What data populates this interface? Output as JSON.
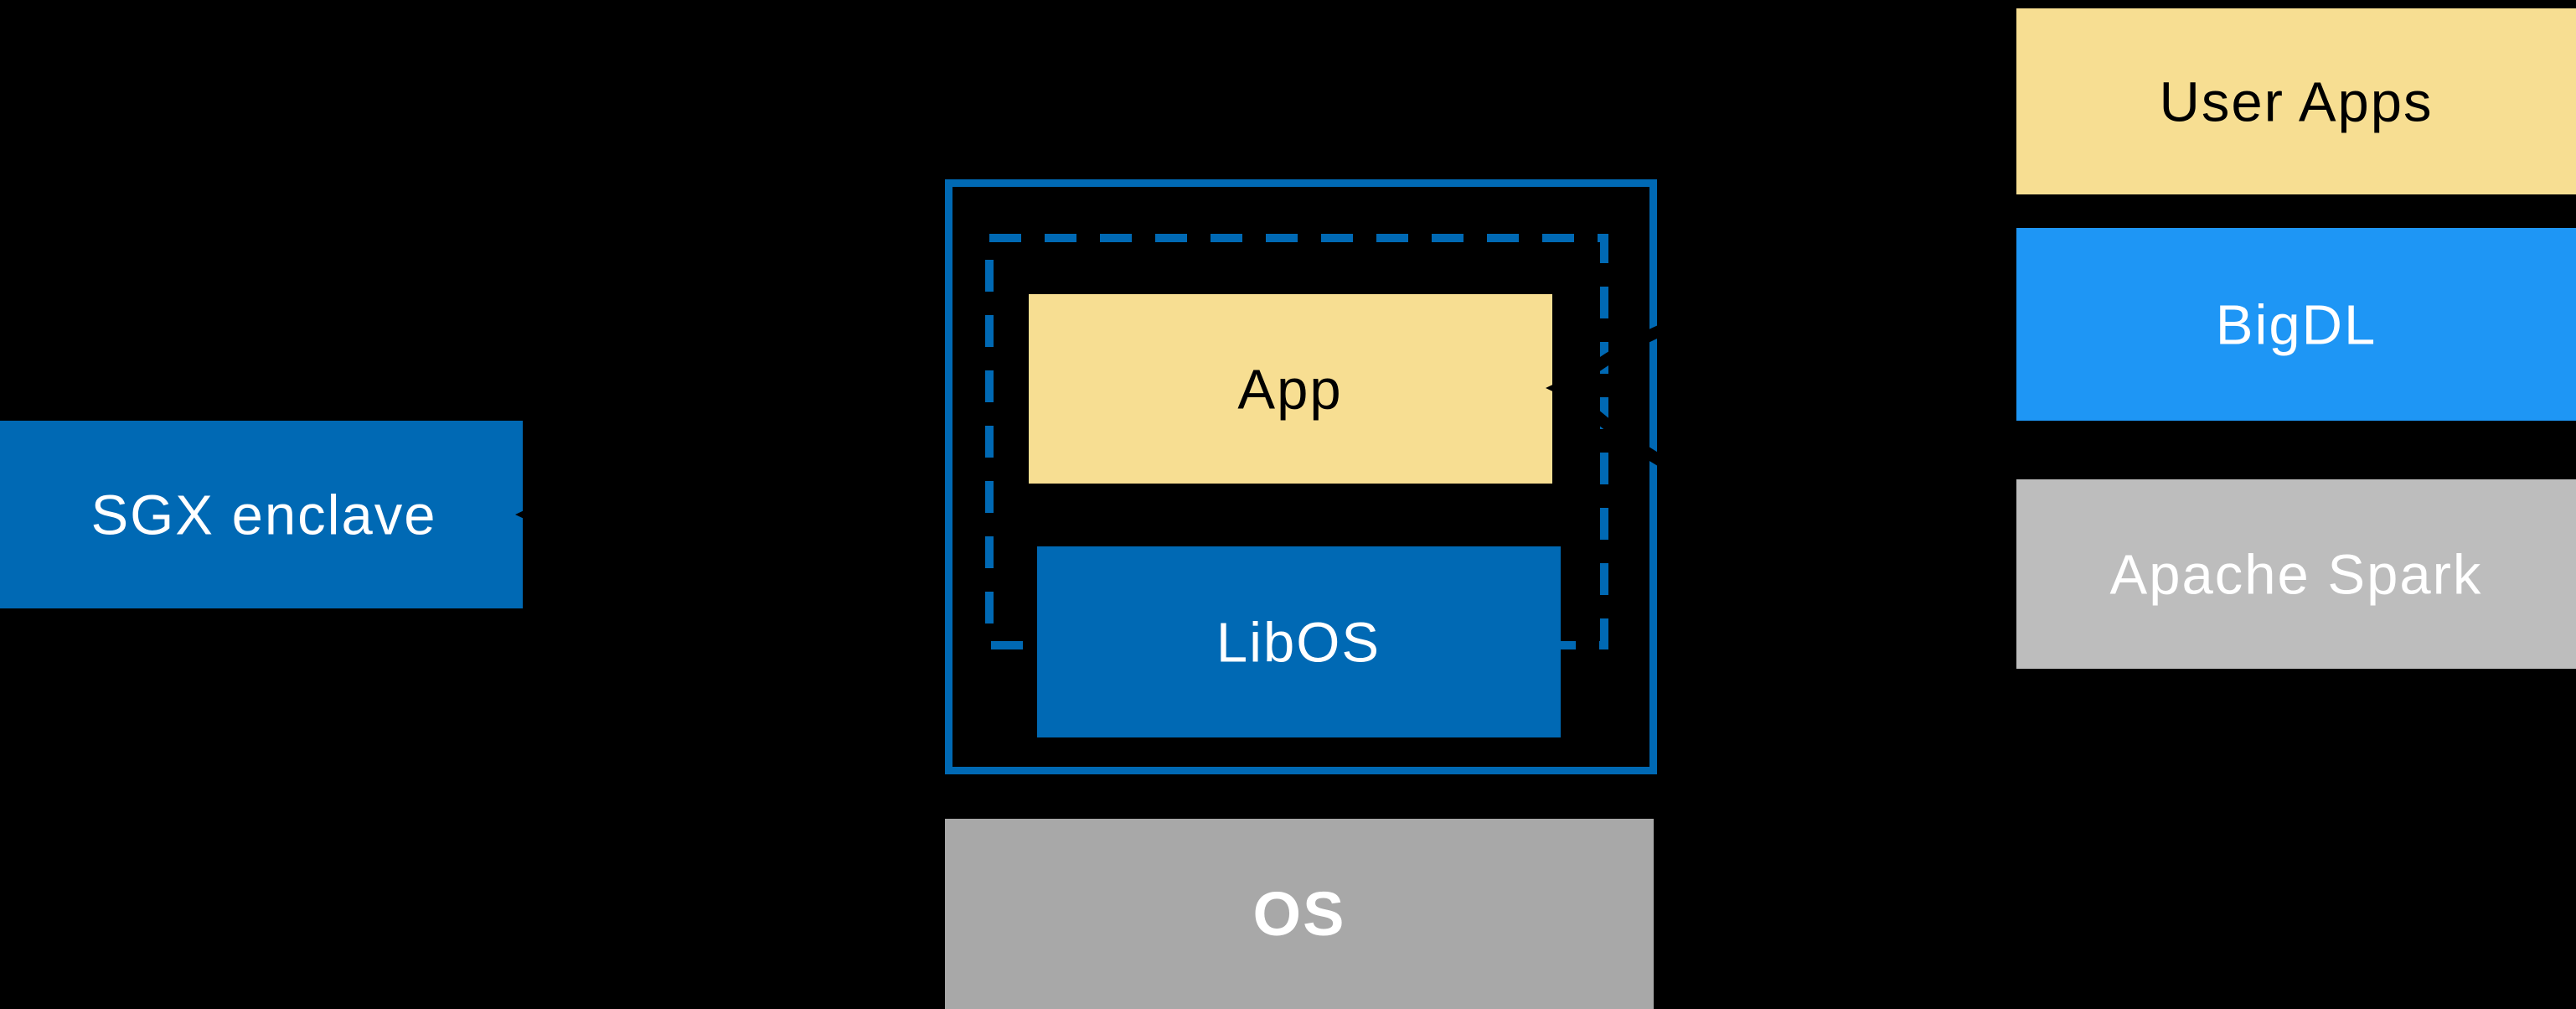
{
  "diagram": {
    "background": "#000000",
    "colors": {
      "intel_blue": "#0069B4",
      "bright_blue": "#1E96F5",
      "pale_yellow": "#F7DE92",
      "gray_os": "#A8A8A8",
      "gray_spark": "#BDBDBD",
      "white": "#FFFFFF",
      "arrow_black": "#000000",
      "black_text": "#000000"
    },
    "labels": {
      "sgx_enclave": "SGX enclave",
      "app": "App",
      "libos": "LibOS",
      "os": "OS",
      "user_apps": "User Apps",
      "bigdl": "BigDL",
      "apache_spark": "Apache Spark"
    }
  }
}
